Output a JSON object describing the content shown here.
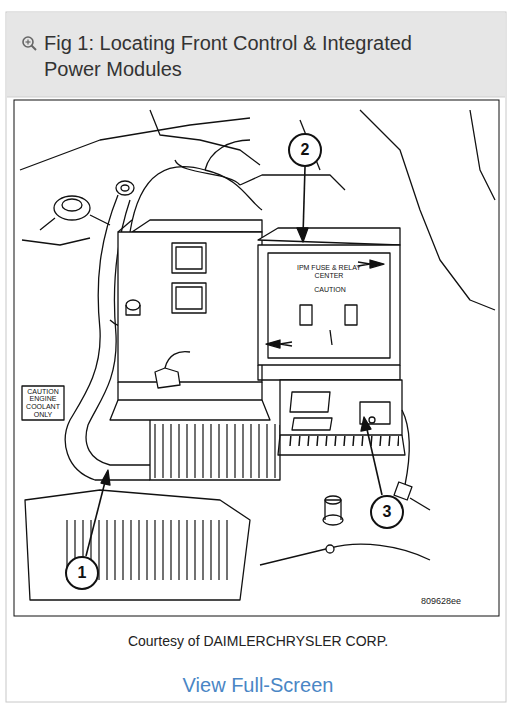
{
  "diagram": {
    "title": "Fig 1: Locating Front Control & Integrated Power Modules",
    "caption": "Courtesy of DAIMLERCHRYSLER CORP.",
    "labels": [
      "2",
      "IPM FUSE & RELAY CENTER",
      "CAUTION",
      "CAUTION ENGINE COOLANT ONLY",
      "3",
      "1",
      "809628ee",
      "View Full-Screen"
    ]
  }
}
